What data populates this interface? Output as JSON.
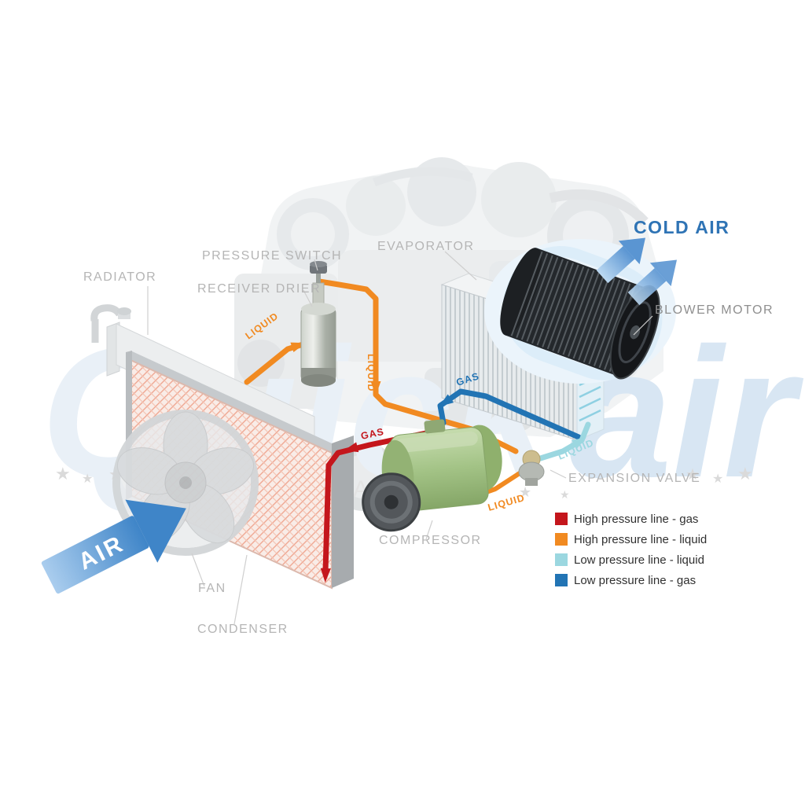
{
  "labels": {
    "radiator": "RADIATOR",
    "pressure_switch": "PRESSURE SWITCH",
    "receiver_drier": "RECEIVER DRIER",
    "evaporator": "EVAPORATOR",
    "cold_air": "COLD AIR",
    "blower_motor": "BLOWER MOTOR",
    "expansion_valve": "EXPANSION VALVE",
    "compressor": "COMPRESSOR",
    "fan": "FAN",
    "condenser": "CONDENSER",
    "air": "AIR"
  },
  "line_labels": {
    "condenser_out_liquid": "LIQUID",
    "drier_down_liquid": "LIQUID",
    "valve_liquid": "LIQUID",
    "valve_out_liquid": "LIQUID",
    "suction_gas": "GAS",
    "discharge_gas": "GAS"
  },
  "legend": {
    "items": [
      {
        "color": "#c4161c",
        "label": "High pressure line - gas"
      },
      {
        "color": "#f18a21",
        "label": "High pressure line - liquid"
      },
      {
        "color": "#9bd7e0",
        "label": "Low pressure line - liquid"
      },
      {
        "color": "#2274b4",
        "label": "Low pressure line -  gas"
      }
    ]
  },
  "watermark": {
    "main": "Quick",
    "accent": "air",
    "sub": "AUTO PARTS",
    "star": "★"
  }
}
